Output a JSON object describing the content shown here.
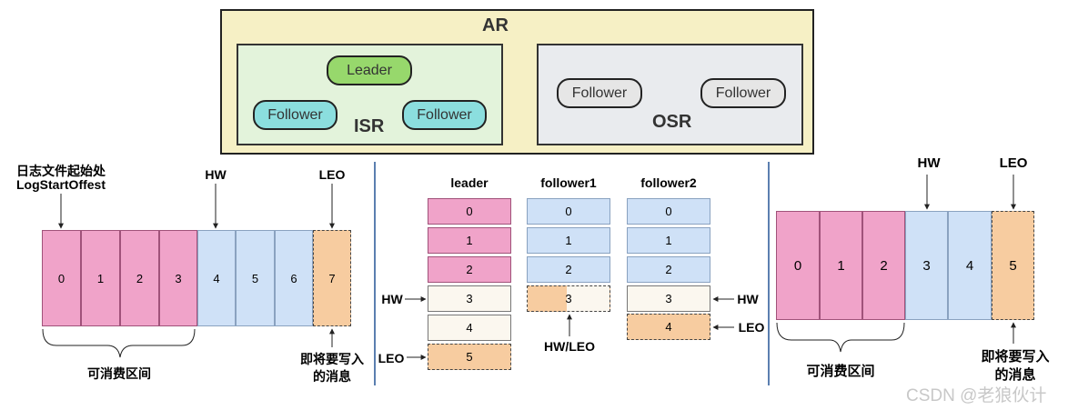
{
  "ar": {
    "title": "AR",
    "isr": {
      "label": "ISR",
      "leader": "Leader",
      "followers": [
        "Follower",
        "Follower"
      ]
    },
    "osr": {
      "label": "OSR",
      "followers": [
        "Follower",
        "Follower"
      ]
    }
  },
  "left_log": {
    "start_label_cn": "日志文件起始处",
    "start_label_en": "LogStartOffest",
    "hw": "HW",
    "leo": "LEO",
    "cells": [
      "0",
      "1",
      "2",
      "3",
      "4",
      "5",
      "6",
      "7"
    ],
    "consumable": "可消费区间",
    "pending_line1": "即将要写入",
    "pending_line2": "的消息"
  },
  "middle": {
    "headers": [
      "leader",
      "follower1",
      "follower2"
    ],
    "leader_cells": [
      "0",
      "1",
      "2",
      "3",
      "4",
      "5"
    ],
    "follower1_cells": [
      "0",
      "1",
      "2",
      "3"
    ],
    "follower2_cells": [
      "0",
      "1",
      "2",
      "3",
      "4"
    ],
    "hw": "HW",
    "leo": "LEO",
    "hw_leo": "HW/LEO"
  },
  "right_log": {
    "hw": "HW",
    "leo": "LEO",
    "cells": [
      "0",
      "1",
      "2",
      "3",
      "4",
      "5"
    ],
    "consumable": "可消费区间",
    "pending_line1": "即将要写入",
    "pending_line2": "的消息"
  },
  "watermark": "CSDN @老狼伙计",
  "colors": {
    "committed": "#f0a3c9",
    "uncommitted": "#cfe1f7",
    "pending": "#f7cca0",
    "leader_pill": "#97d86c",
    "follower_pill": "#8bdede",
    "osr_pill": "#e6e6e6"
  }
}
